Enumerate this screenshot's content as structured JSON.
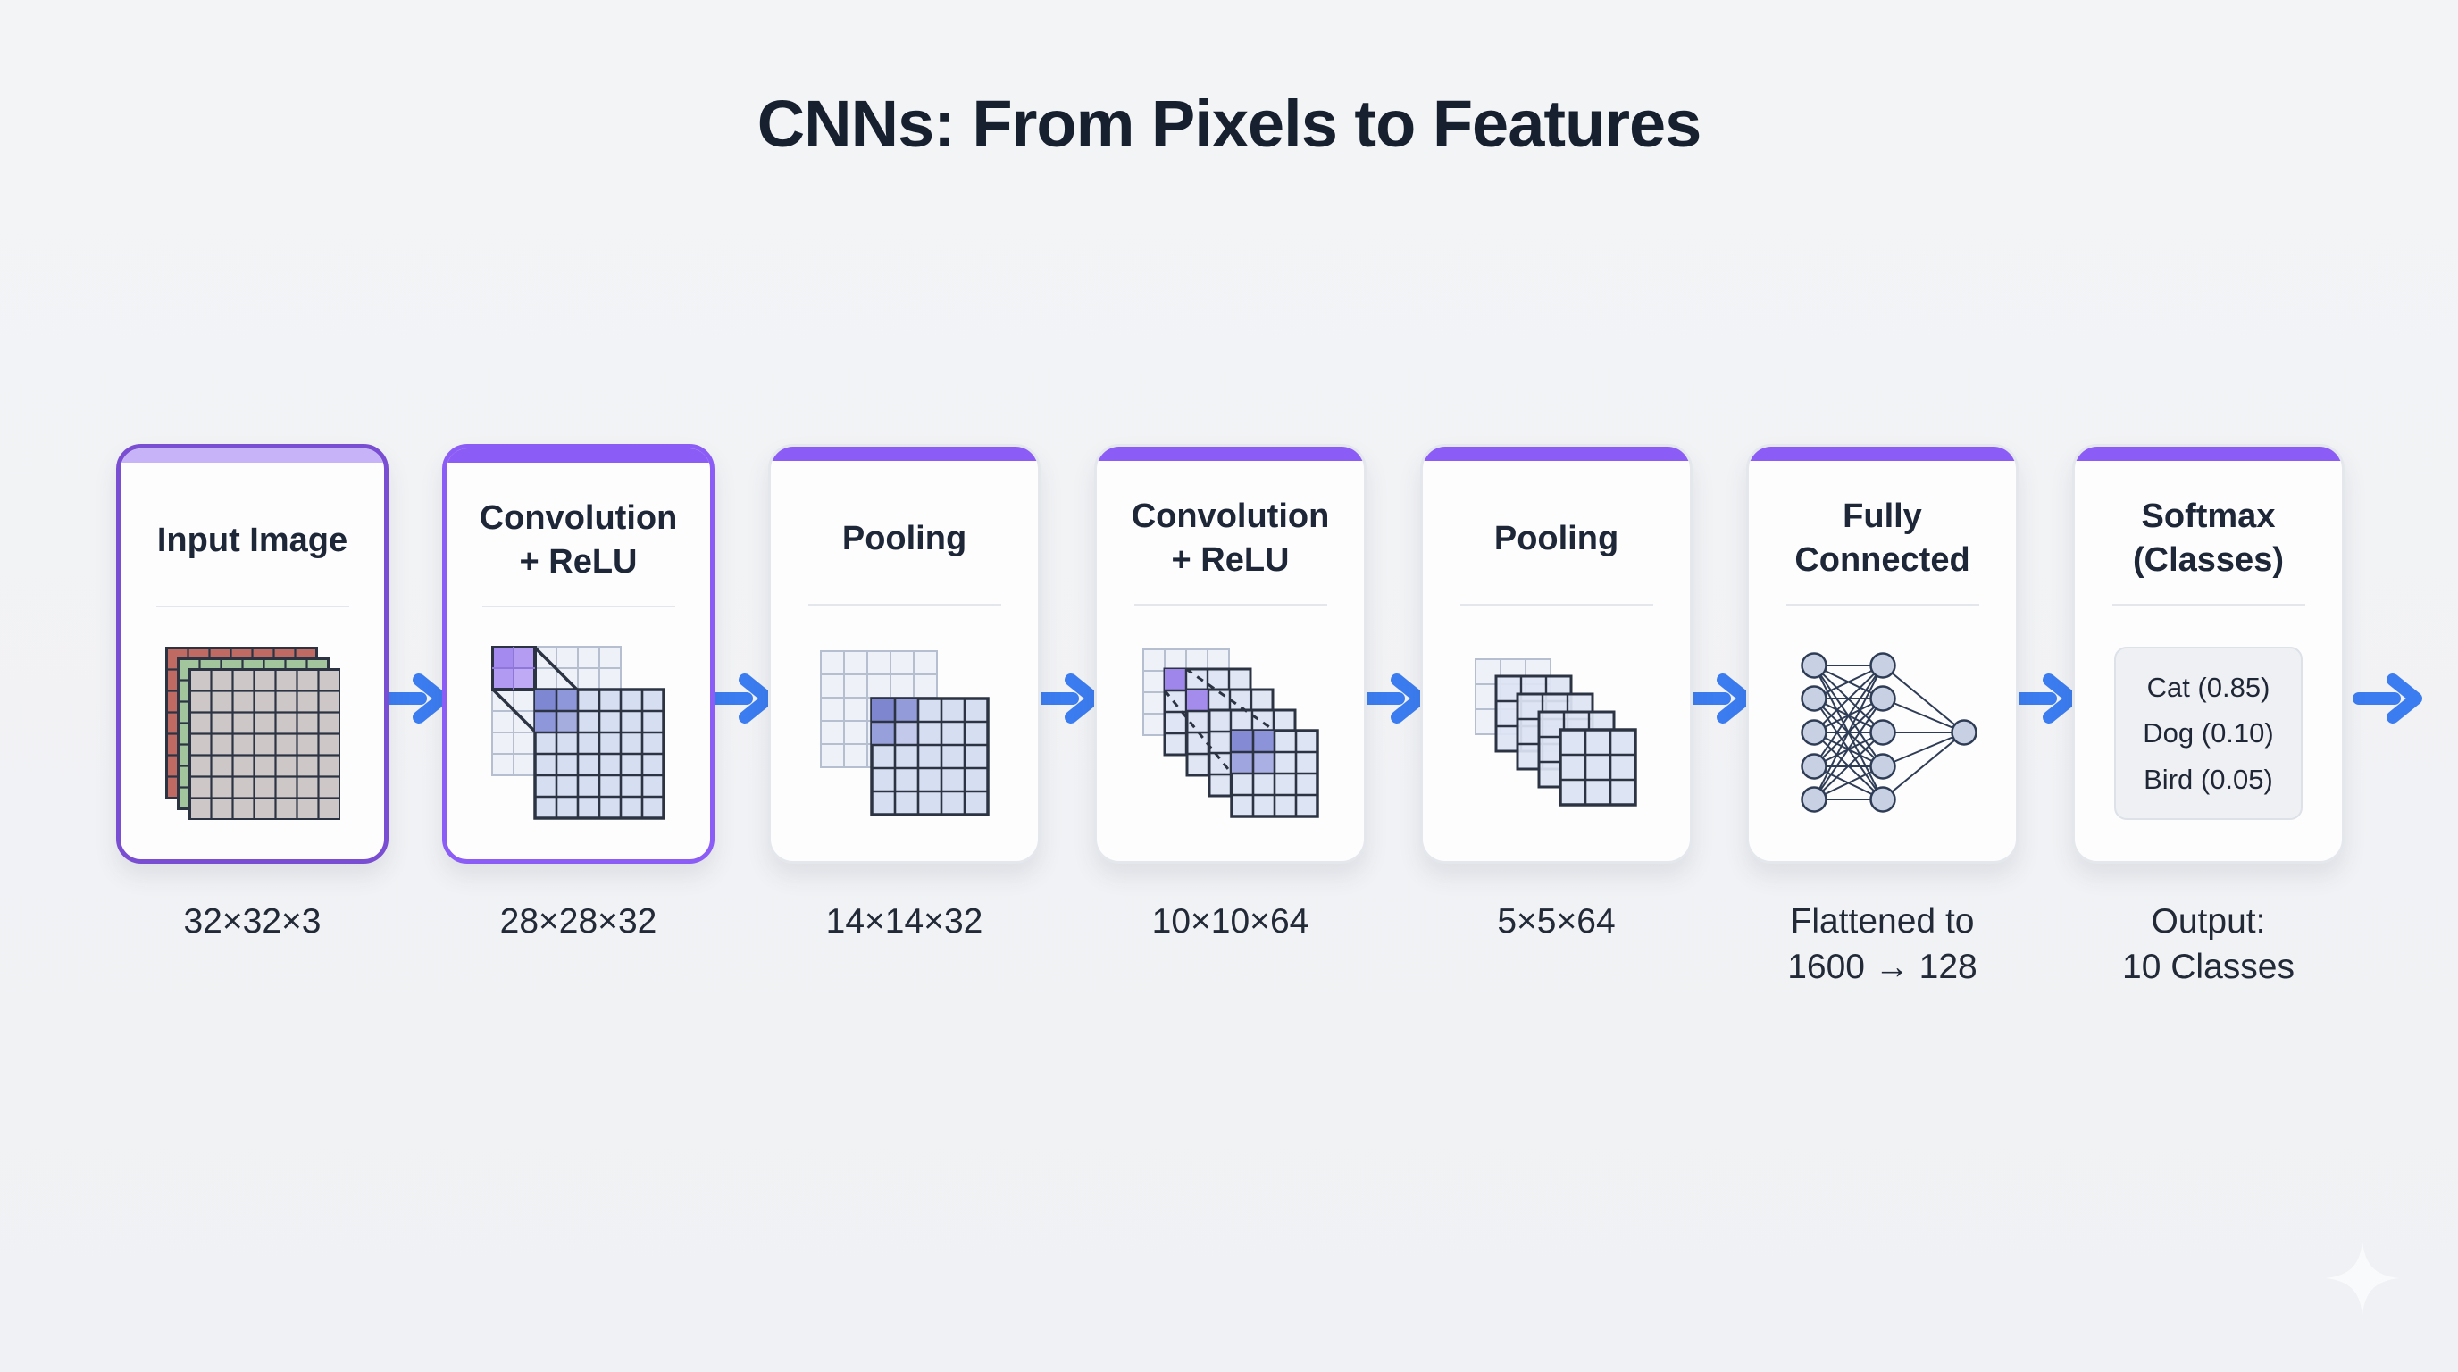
{
  "title": "CNNs: From Pixels to Features",
  "stages": [
    {
      "title": "Input Image",
      "title_lines": [
        "Input Image"
      ],
      "label": "32×32×3",
      "label_lines": [
        "32×32×3"
      ]
    },
    {
      "title": "Convolution + ReLU",
      "title_lines": [
        "Convolution",
        "+ ReLU"
      ],
      "label": "28×28×32",
      "label_lines": [
        "28×28×32"
      ]
    },
    {
      "title": "Pooling",
      "title_lines": [
        "Pooling"
      ],
      "label": "14×14×32",
      "label_lines": [
        "14×14×32"
      ]
    },
    {
      "title": "Convolution + ReLU",
      "title_lines": [
        "Convolution",
        "+ ReLU"
      ],
      "label": "10×10×64",
      "label_lines": [
        "10×10×64"
      ]
    },
    {
      "title": "Pooling",
      "title_lines": [
        "Pooling"
      ],
      "label": "5×5×64",
      "label_lines": [
        "5×5×64"
      ]
    },
    {
      "title": "Fully Connected",
      "title_lines": [
        "Fully",
        "Connected"
      ],
      "label": "Flattened to 1600 → 128",
      "label_lines": [
        "Flattened to",
        "1600 → 128"
      ]
    },
    {
      "title": "Softmax (Classes)",
      "title_lines": [
        "Softmax",
        "(Classes)"
      ],
      "label": "Output: 10 Classes",
      "label_lines": [
        "Output:",
        "10 Classes"
      ]
    }
  ],
  "softmax": {
    "items": [
      "Cat (0.85)",
      "Dog (0.10)",
      "Bird (0.05)"
    ]
  },
  "colors": {
    "accent_purple": "#8b5cf6",
    "card1_border": "#7a4ed2",
    "card1_topbar": "#c7b4f8",
    "arrow_blue": "#3b7cf0",
    "title_color": "#16202f",
    "kernel_purple": "#a489ef",
    "feature_blue": "#d6dff1",
    "input_red": "#c06a64",
    "input_green": "#a2c59d",
    "input_gray": "#cdc7c7"
  }
}
